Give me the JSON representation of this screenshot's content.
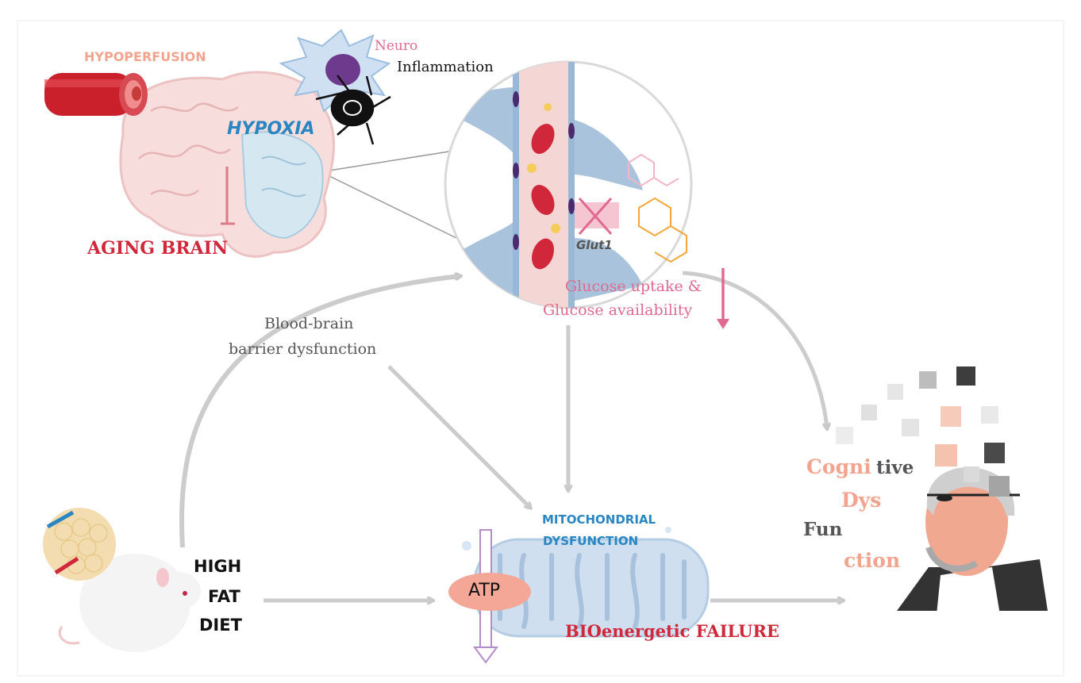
{
  "labels": {
    "hypoperfusion": "HYPOPERFUSION",
    "neuro": "Neuro",
    "inflammation": "Inflammation",
    "hypoxia": "HYPOXIA",
    "aging_brain": "AGING BRAIN",
    "glut1": "Glut1",
    "glucose_line1": "Glucose uptake &",
    "glucose_line2": "Glucose availability",
    "bbb_line1": "Blood-brain",
    "bbb_line2": "barrier dysfunction",
    "mito_line1": "MITOCHONDRIAL",
    "mito_line2": "DYSFUNCTION",
    "atp": "ATP",
    "bioenergetic": "BIOenergetic FAILURE",
    "high": "HIGH",
    "fat": "FAT",
    "diet": "DIET",
    "cogni": "Cogni",
    "tive": "tive",
    "dys": "Dys",
    "fun": "Fun",
    "ction": "ction"
  },
  "colors": {
    "salmon": "#f2a48e",
    "red": "#d0283a",
    "pink": "#e0698f",
    "blue": "#2a86c2",
    "gray": "#555555",
    "arrow": "#c9c9c9",
    "black": "#111111"
  }
}
